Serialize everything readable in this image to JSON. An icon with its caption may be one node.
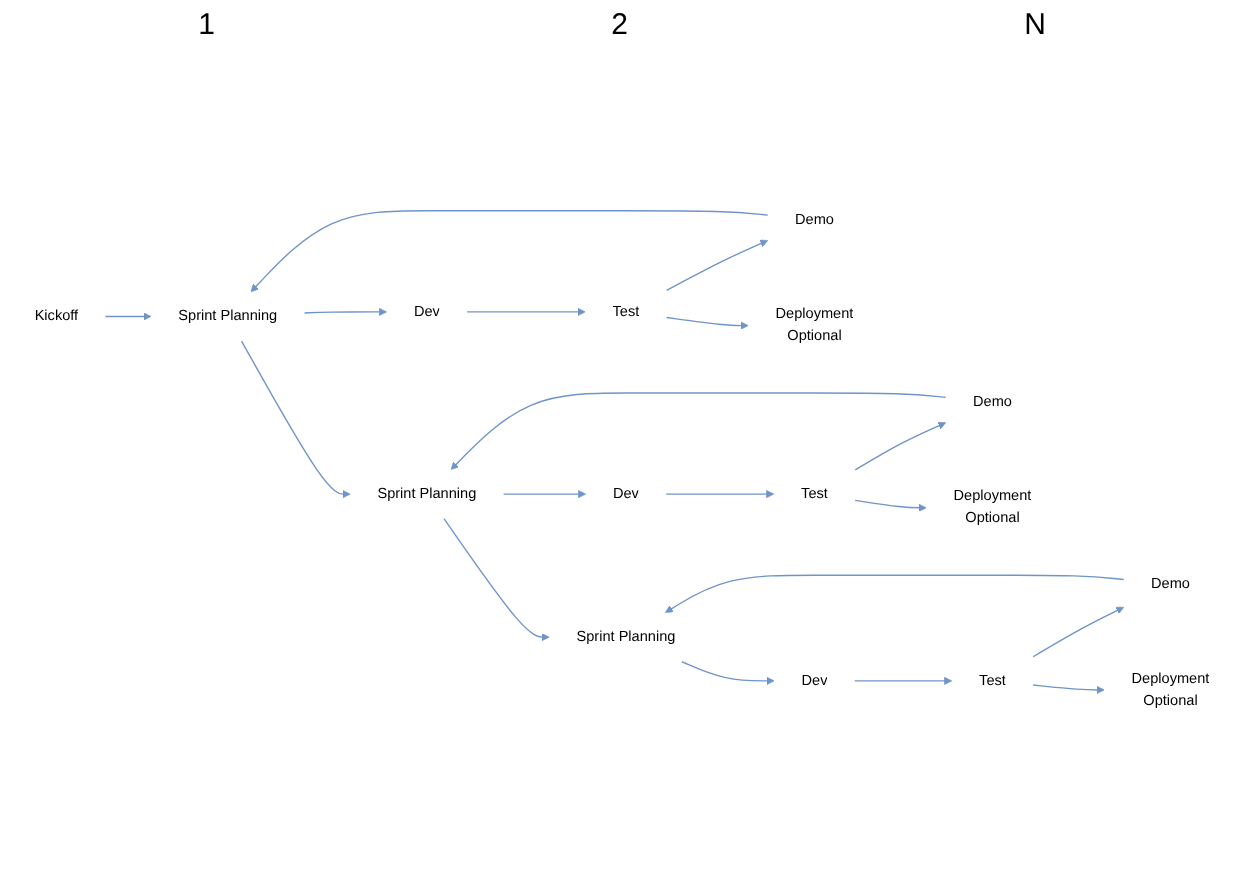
{
  "diagram": {
    "nodes": [
      {
        "text": [
          "Kickoff"
        ]
      },
      {
        "text": [
          "Sprint Planning"
        ]
      },
      {
        "text": [
          "Demo"
        ]
      },
      {
        "text": [
          "Dev"
        ]
      },
      {
        "text": [
          "Test"
        ]
      },
      {
        "text": [
          "Deployment"
        ],
        "beside": [
          "Optional"
        ]
      },
      {
        "text": [
          "Sprint Planning"
        ]
      },
      {
        "text": [
          "Demo"
        ]
      },
      {
        "text": [
          "Dev"
        ]
      },
      {
        "text": [
          "Test"
        ]
      },
      {
        "text": [
          "Deployment"
        ],
        "beside": [
          "Optional"
        ]
      },
      {
        "text": [
          "Sprint Planning"
        ]
      },
      {
        "text": [
          "Demo"
        ]
      },
      {
        "text": [
          "Dev"
        ]
      },
      {
        "text": [
          "Test"
        ]
      },
      {
        "text": [
          "Deployment"
        ],
        "beside": [
          "Optional"
        ]
      }
    ],
    "edges": [
      {
        "from": 0,
        "to": 1,
        "arrow": "to"
      },
      {
        "from": 1,
        "to": 3,
        "arrow": "to"
      },
      {
        "from": 3,
        "to": 4,
        "arrow": "to"
      },
      {
        "from": 4,
        "to": 2,
        "arrow": "to"
      },
      {
        "from": 2,
        "to": 1,
        "arrow": "to"
      },
      {
        "from": 4,
        "to": 5,
        "arrow": "to"
      },
      {
        "from": 1,
        "to": 6,
        "arrow": "to"
      },
      {
        "from": 6,
        "to": 8,
        "arrow": "to"
      },
      {
        "from": 8,
        "to": 9,
        "arrow": "to"
      },
      {
        "from": 9,
        "to": 7,
        "arrow": "to"
      },
      {
        "from": 7,
        "to": 6,
        "arrow": "to"
      },
      {
        "from": 9,
        "to": 10,
        "arrow": "to"
      },
      {
        "from": 6,
        "to": 11,
        "arrow": "to"
      },
      {
        "from": 11,
        "to": 13,
        "arrow": "to"
      },
      {
        "from": 13,
        "to": 14,
        "arrow": "to"
      },
      {
        "from": 14,
        "to": 12,
        "arrow": "to"
      },
      {
        "from": 12,
        "to": 11,
        "arrow": "to"
      },
      {
        "from": 14,
        "to": 15,
        "arrow": "to"
      }
    ],
    "labels": [
      "1",
      "2",
      "N"
    ]
  }
}
